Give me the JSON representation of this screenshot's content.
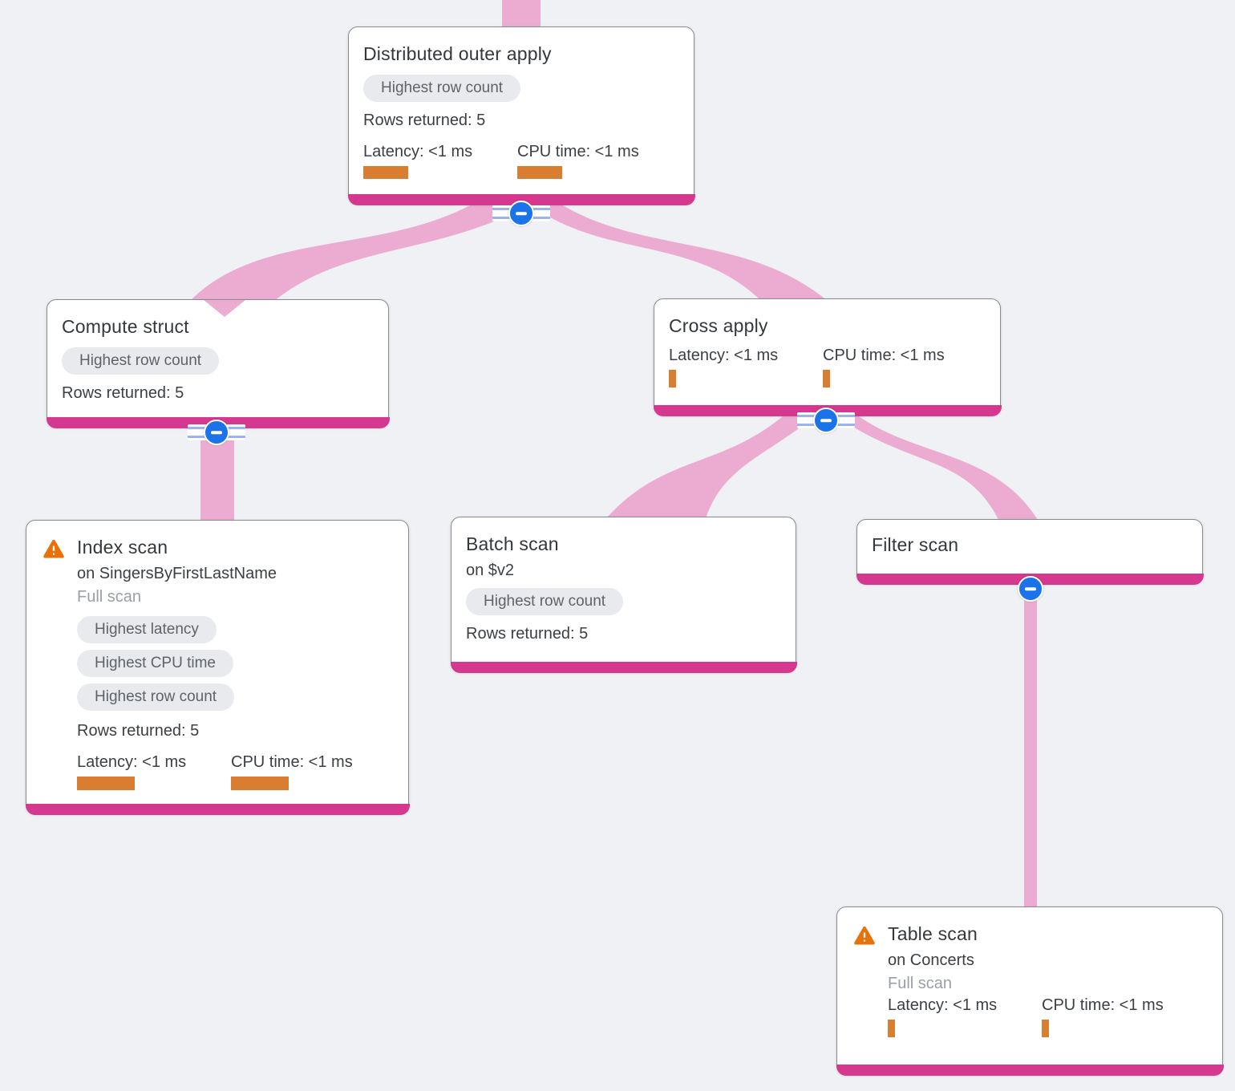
{
  "diagram": {
    "kind": "query-execution-plan-tree",
    "colors": {
      "background": "#eff1f4",
      "ribbon": "#ecacd2",
      "node_footer": "#d5388f",
      "metric_bar": "#d97e31",
      "collapse_button": "#1a73e8",
      "badge_background": "#e8eaed",
      "badge_text": "#5f6368",
      "warning": "#e8710a"
    }
  },
  "nodes": [
    {
      "id": "distributed-outer-apply",
      "title": "Distributed outer apply",
      "badges": [
        "Highest row count"
      ],
      "rows_returned": "Rows returned: 5",
      "latency_label": "Latency: <1 ms",
      "cpu_label": "CPU time: <1 ms"
    },
    {
      "id": "compute-struct",
      "title": "Compute struct",
      "badges": [
        "Highest row count"
      ],
      "rows_returned": "Rows returned: 5"
    },
    {
      "id": "cross-apply",
      "title": "Cross apply",
      "latency_label": "Latency: <1 ms",
      "cpu_label": "CPU time: <1 ms"
    },
    {
      "id": "index-scan",
      "title": "Index scan",
      "warning": true,
      "subtitle": "on SingersByFirstLastName",
      "scan_type": "Full scan",
      "badges": [
        "Highest latency",
        "Highest CPU time",
        "Highest row count"
      ],
      "rows_returned": "Rows returned: 5",
      "latency_label": "Latency: <1 ms",
      "cpu_label": "CPU time: <1 ms"
    },
    {
      "id": "batch-scan",
      "title": "Batch scan",
      "subtitle": "on $v2",
      "badges": [
        "Highest row count"
      ],
      "rows_returned": "Rows returned: 5"
    },
    {
      "id": "filter-scan",
      "title": "Filter scan"
    },
    {
      "id": "table-scan",
      "title": "Table scan",
      "warning": true,
      "subtitle": "on Concerts",
      "scan_type": "Full scan",
      "latency_label": "Latency: <1 ms",
      "cpu_label": "CPU time: <1 ms"
    }
  ],
  "edges": [
    {
      "from": "parent",
      "to": "distributed-outer-apply"
    },
    {
      "from": "distributed-outer-apply",
      "to": "compute-struct"
    },
    {
      "from": "distributed-outer-apply",
      "to": "cross-apply"
    },
    {
      "from": "compute-struct",
      "to": "index-scan"
    },
    {
      "from": "cross-apply",
      "to": "batch-scan"
    },
    {
      "from": "cross-apply",
      "to": "filter-scan"
    },
    {
      "from": "filter-scan",
      "to": "table-scan"
    }
  ]
}
